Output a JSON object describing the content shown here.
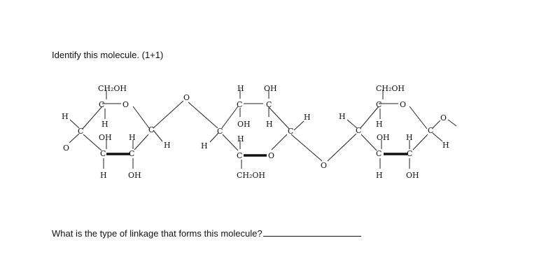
{
  "questions": {
    "q1": "Identify this molecule. (1+1)",
    "q2": "What is the type of linkage that forms this molecule?"
  },
  "labels": {
    "CH2OH": "CH₂OH",
    "OH": "OH",
    "H": "H",
    "C": "C",
    "O": "O"
  }
}
